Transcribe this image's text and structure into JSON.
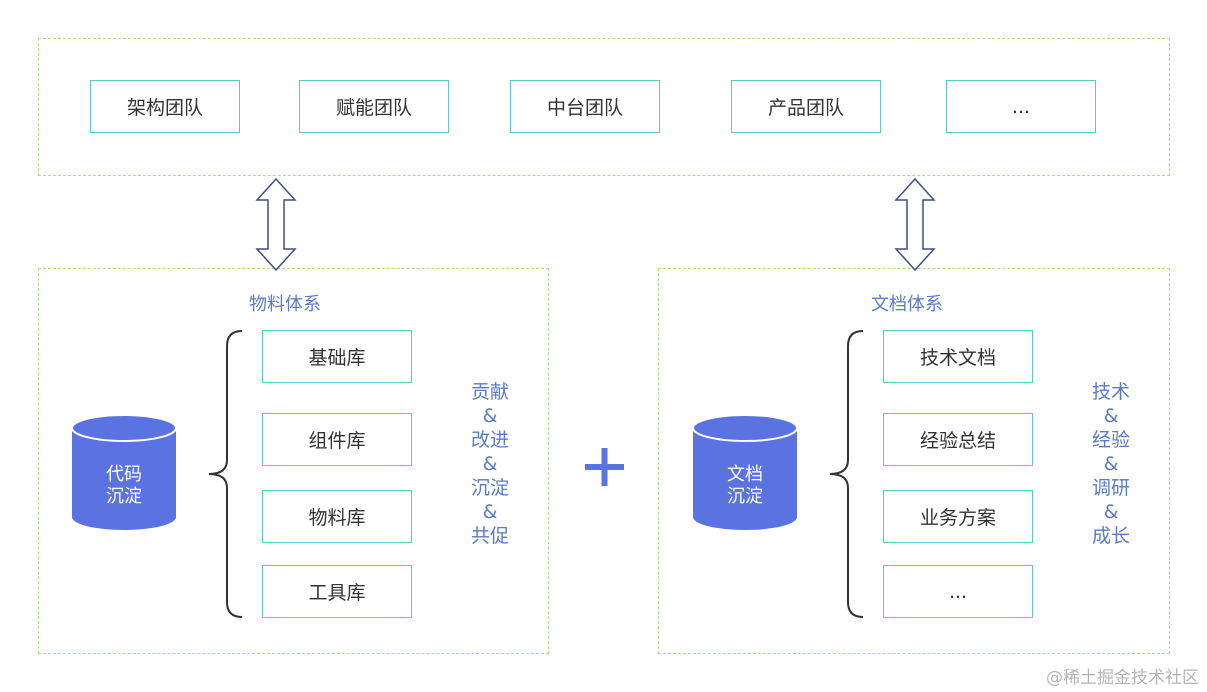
{
  "teams": [
    "架构团队",
    "赋能团队",
    "中台团队",
    "产品团队",
    "..."
  ],
  "material": {
    "title": "物料体系",
    "cylinder": [
      "代码",
      "沉淀"
    ],
    "items": [
      "基础库",
      "组件库",
      "物料库",
      "工具库"
    ],
    "side": [
      "贡献",
      "&",
      "改进",
      "&",
      "沉淀",
      "&",
      "共促"
    ]
  },
  "plus": "+",
  "docs": {
    "title": "文档体系",
    "cylinder": [
      "文档",
      "沉淀"
    ],
    "items": [
      "技术文档",
      "经验总结",
      "业务方案",
      "..."
    ],
    "side": [
      "技术",
      "&",
      "经验",
      "&",
      "调研",
      "&",
      "成长"
    ]
  },
  "watermark": "@稀土掘金技术社区",
  "colors": {
    "dashed_border": "#a8dd8c",
    "box_border": "#5ec6c6",
    "accent_text": "#5b7bc4",
    "cylinder": "#5b73e0",
    "arrow": "#3d4f8a"
  }
}
